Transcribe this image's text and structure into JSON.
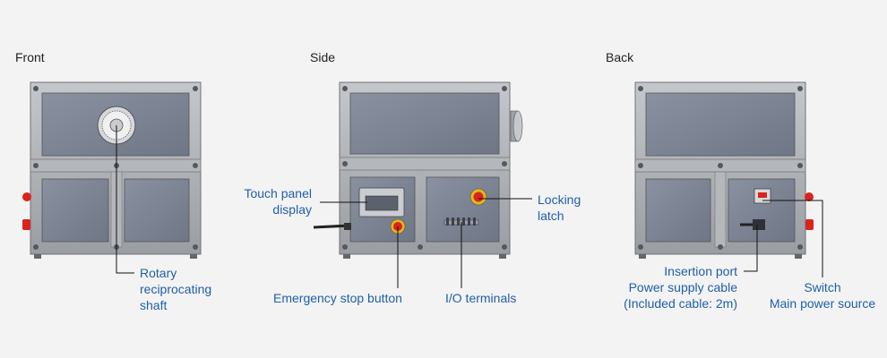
{
  "views": {
    "front": "Front",
    "side": "Side",
    "back": "Back"
  },
  "callouts": {
    "rotary": [
      "Rotary",
      "reciprocating",
      "shaft"
    ],
    "touch_panel": [
      "Touch panel",
      "display"
    ],
    "emergency_stop": "Emergency stop button",
    "io_terminals": "I/O terminals",
    "locking_latch": [
      "Locking",
      "latch"
    ],
    "insertion_port": [
      "Insertion port",
      "Power supply cable",
      "(Included cable: 2m)"
    ],
    "switch": [
      "Switch",
      "Main power source"
    ]
  },
  "colors": {
    "frame": "#a9acb0",
    "panel": "#7c8391",
    "callout_text": "#1f5fa8",
    "button_red": "#d9241c",
    "leader_line": "#111111"
  }
}
